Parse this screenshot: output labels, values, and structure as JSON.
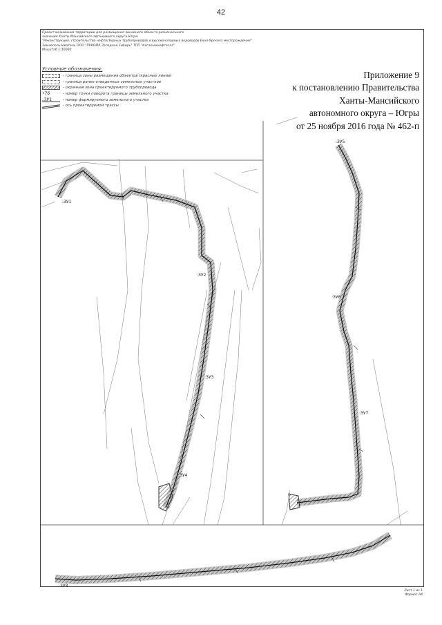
{
  "page_number": "42",
  "header_notes": [
    "Проект межевания территории для размещения линейного объекта регионального",
    "значения Ханты-Мансийского автономного округа-Югры",
    "\"Реконструкция, строительство нефтесборных трубопроводов и высоконапорных водоводов Ёхно-Ярского месторождения\"",
    "Землепользователь ООО \"ЛУКОЙЛ-Западная Сибирь\" ТПП \"Когалымнефтегаз\"",
    "Масштаб 1:10000"
  ],
  "legend": {
    "title": "Условные обозначения:",
    "items": [
      {
        "symbol": "",
        "label": "- граница зоны размещения объектов (красные линии)"
      },
      {
        "symbol": "",
        "label": "- граница ранее отведенных земельных участков"
      },
      {
        "symbol": "",
        "label": "- охранная зона проектируемого трубопровода"
      },
      {
        "symbol": "•76",
        "label": "- номер точки поворота границы земельного участка"
      },
      {
        "symbol": ":ЗУ1",
        "label": "- номер формируемого земельного участка"
      },
      {
        "symbol": "",
        "label": "- ось проектируемой трассы"
      }
    ]
  },
  "appendix": {
    "line1": "Приложение 9",
    "line2": "к постановлению Правительства",
    "line3": "Ханты-Мансийского",
    "line4": "автономного округа – Югры",
    "line5": "от 25 ноября 2016 года № 462-п"
  },
  "map_labels": [
    ":ЗУ5",
    ":ЗУ1",
    ":ЗУ2",
    ":ЗУ3",
    ":ЗУ4",
    ":ЗУ6",
    ":ЗУ7",
    ":ЗУ8"
  ],
  "footer": {
    "line1": "Лист 1 из 1",
    "line2": "Формат А4"
  },
  "colors": {
    "line": "#222222",
    "hatch": "#555555",
    "background": "#ffffff"
  }
}
